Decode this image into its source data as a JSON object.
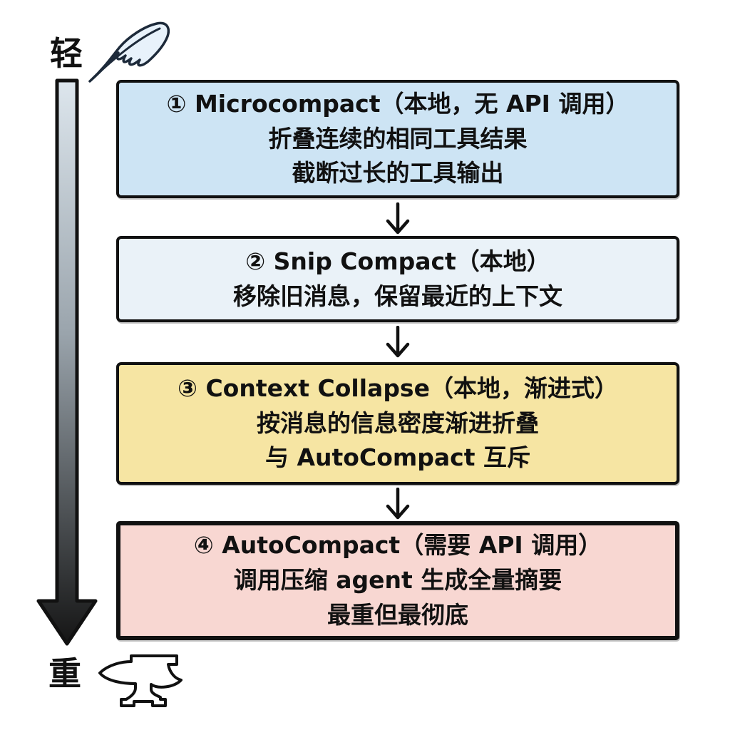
{
  "scale": {
    "light_label": "轻",
    "heavy_label": "重",
    "feather_icon": "feather-icon",
    "anvil_icon": "anvil-icon",
    "direction": "light-to-heavy"
  },
  "flow": {
    "boxes": [
      {
        "title": "① Microcompact（本地，无 API 调用）",
        "lines": [
          "折叠连续的相同工具结果",
          "截断过长的工具输出"
        ],
        "bg": "#cde4f4"
      },
      {
        "title": "② Snip Compact（本地）",
        "lines": [
          "移除旧消息，保留最近的上下文"
        ],
        "bg": "#eaf2f8"
      },
      {
        "title": "③ Context Collapse（本地，渐进式）",
        "lines": [
          "按消息的信息密度渐进折叠",
          "与 AutoCompact 互斥"
        ],
        "bg": "#f6e5a3"
      },
      {
        "title": "④ AutoCompact（需要 API 调用）",
        "lines": [
          "调用压缩 agent 生成全量摘要",
          "最重但最彻底"
        ],
        "bg": "#f8d7d2"
      }
    ]
  },
  "colors": {
    "background": "#ffffff",
    "text": "#111111",
    "border": "#111111",
    "box1_fill": "#cde4f4",
    "box2_fill": "#eaf2f8",
    "box3_fill": "#f6e5a3",
    "box4_fill": "#f8d7d2",
    "feather_fill": "#e8f2fb",
    "feather_stroke": "#1d2a3a",
    "arrow_gradient_top": "#dde6ed",
    "arrow_gradient_bottom": "#151515"
  }
}
